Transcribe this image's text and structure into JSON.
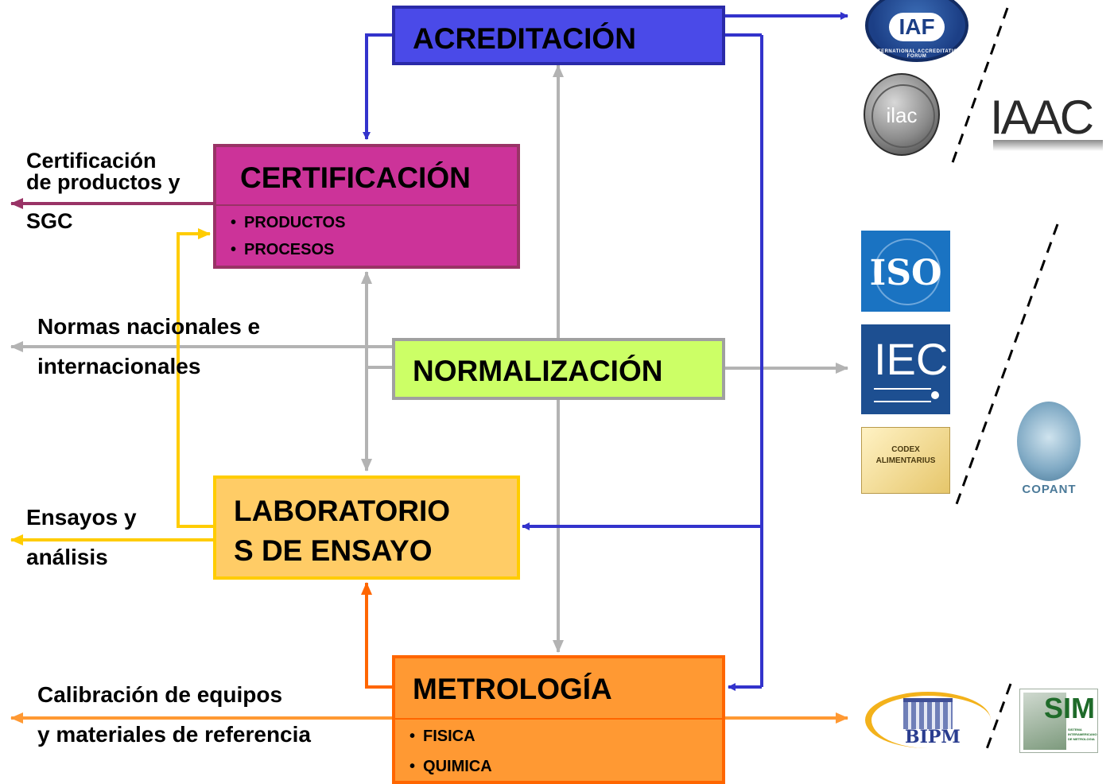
{
  "boxes": {
    "acreditacion": {
      "title": "ACREDITACIÓN",
      "fill": "#4a4ae8",
      "border": "#2a2aa8"
    },
    "certificacion": {
      "title": "CERTIFICACIÓN",
      "items": [
        "PRODUCTOS",
        "PROCESOS"
      ],
      "fill": "#cc3399",
      "border": "#993366"
    },
    "normalizacion": {
      "title": "NORMALIZACIÓN",
      "fill": "#ccff66",
      "border": "#a0a0a0"
    },
    "laboratorios": {
      "title": "LABORATORIOS DE ENSAYO",
      "title_lines": [
        "LABORATORIO",
        "S DE ENSAYO"
      ],
      "fill": "#ffcc66",
      "border": "#ffcc00"
    },
    "metrologia": {
      "title": "METROLOGÍA",
      "items": [
        "FISICA",
        "QUIMICA"
      ],
      "fill": "#ff9933",
      "border": "#ff6600"
    }
  },
  "outputs": {
    "certificacion": [
      "Certificación",
      "de productos y",
      "SGC"
    ],
    "normalizacion": [
      "Normas nacionales e",
      "internacionales"
    ],
    "laboratorios": [
      "Ensayos y",
      "análisis"
    ],
    "metrologia": [
      "Calibración de equipos",
      "y materiales de referencia"
    ]
  },
  "logos": {
    "iaf": "IAF",
    "iaf_ring": "INTERNATIONAL ACCREDITATION FORUM",
    "ilac": "ilac",
    "iaac": "IAAC",
    "iso": "ISO",
    "iec": "IEC",
    "codex": [
      "CODEX",
      "ALIMENTARIUS"
    ],
    "copant": "COPANT",
    "bipm": "BIPM",
    "sim": "SIM",
    "sim_caption": [
      "SISTEMA",
      "INTERAMERICANO",
      "DE METROLOGIA"
    ]
  },
  "colors": {
    "blue_arrow": "#3333cc",
    "gray_arrow": "#b3b3b3",
    "yellow_arrow": "#ffcc00",
    "orange_arrow": "#ff6600",
    "light_orange_arrow": "#ff9933",
    "purple_arrow": "#993366",
    "iso_blue": "#1a73c2",
    "iec_navy": "#1d4f91"
  }
}
